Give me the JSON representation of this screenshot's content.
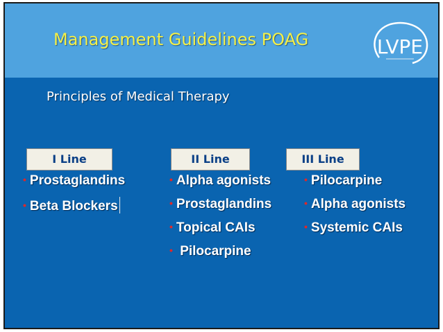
{
  "slide": {
    "title": "Management Guidelines POAG",
    "logo_text": "LVPE",
    "subtitle": "Principles of Medical Therapy"
  },
  "columns": [
    {
      "header": "I Line",
      "items": [
        "Prostaglandins",
        "Beta Blockers"
      ]
    },
    {
      "header": "II Line",
      "items": [
        "Alpha agonists",
        "Prostaglandins",
        "Topical CAIs",
        "Pilocarpine"
      ]
    },
    {
      "header": "III Line",
      "items": [
        "Pilocarpine",
        "Alpha agonists",
        "Systemic CAIs"
      ]
    }
  ],
  "colors": {
    "background": "#0a64b0",
    "header_band": "#4fa3df",
    "title": "#f4f048",
    "bullet": "#e02828"
  }
}
